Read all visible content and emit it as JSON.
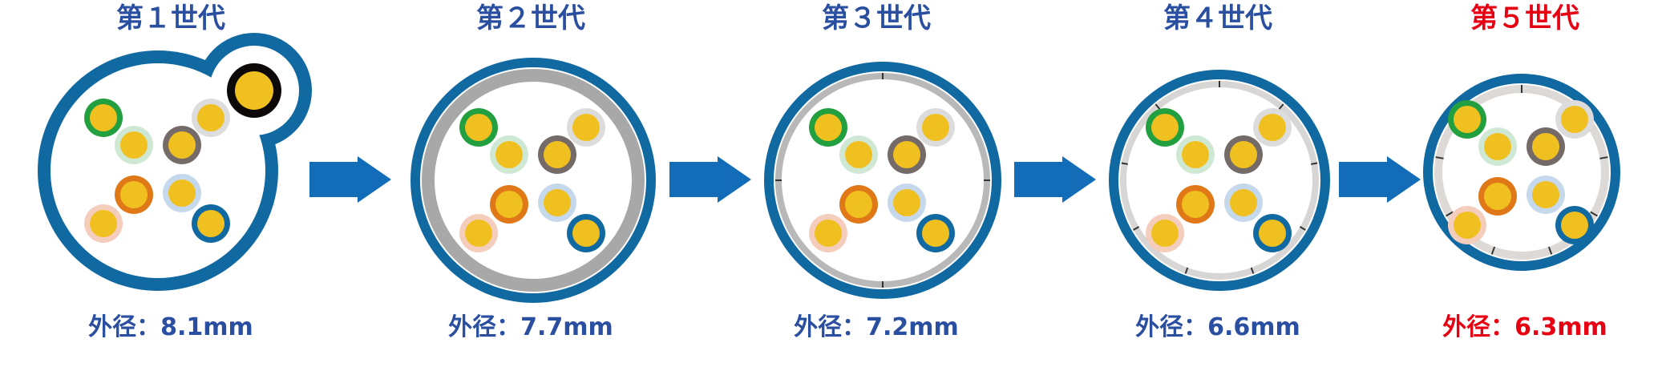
{
  "colors": {
    "normal": "#2a4fa0",
    "highlight": "#e60012",
    "jacket": "#1169a2",
    "arrow": "#126cb8",
    "core": "#f0c020"
  },
  "wires": [
    "#22a040",
    "#cfe8d4",
    "#746a68",
    "#dcdcdc",
    "#e07818",
    "#c6d8ec",
    "#f5cdbd",
    "#1169a2"
  ],
  "generations": [
    {
      "title": "第１世代",
      "diameter": "外径：8.1mm",
      "highlight": false
    },
    {
      "title": "第２世代",
      "diameter": "外径：7.7mm",
      "highlight": false
    },
    {
      "title": "第３世代",
      "diameter": "外径：7.2mm",
      "highlight": false
    },
    {
      "title": "第４世代",
      "diameter": "外径：6.6mm",
      "highlight": false
    },
    {
      "title": "第５世代",
      "diameter": "外径：6.3mm",
      "highlight": true
    }
  ]
}
